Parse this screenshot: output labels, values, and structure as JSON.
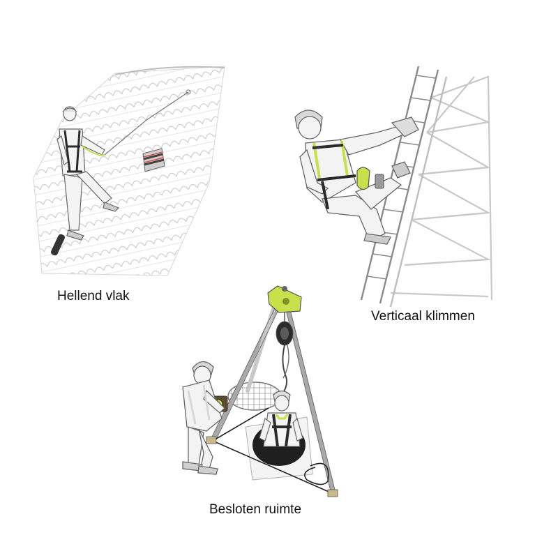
{
  "scenes": [
    {
      "caption": "Hellend vlak",
      "icon": "roof-worker-illustration"
    },
    {
      "caption": "Verticaal klimmen",
      "icon": "ladder-climber-illustration"
    },
    {
      "caption": "Besloten ruimte",
      "icon": "tripod-rescue-illustration"
    }
  ],
  "colors": {
    "accent": "#c8e04a",
    "accent_dark": "#7f8f2a",
    "line": "#555555",
    "light_line": "#bbbbbb",
    "fill": "#f2f2f2",
    "harness": "#2a2a2a"
  }
}
